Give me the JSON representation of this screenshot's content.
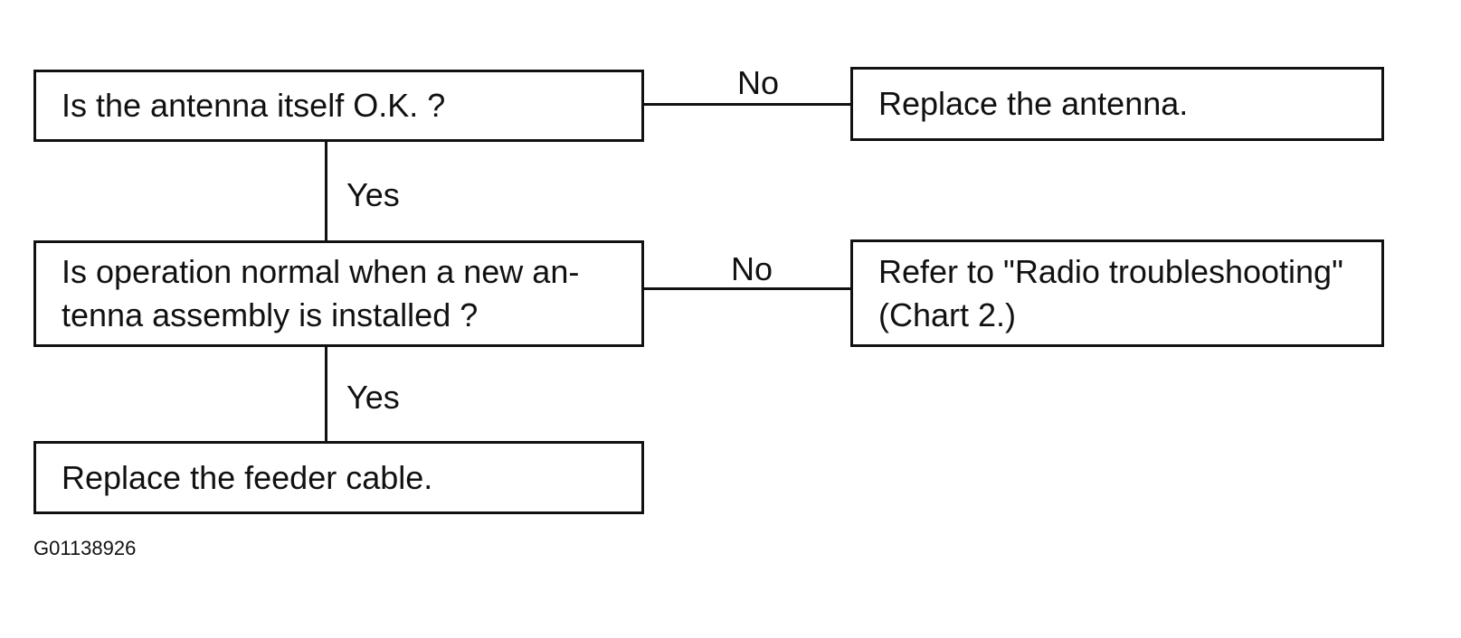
{
  "flowchart": {
    "q1": "Is the antenna itself O.K. ?",
    "a1": "Replace the antenna.",
    "q2": "Is operation normal when a new an-\ntenna assembly is installed ?",
    "a2": "Refer to \"Radio troubleshooting\"\n(Chart 2.)",
    "a3": "Replace the feeder cable.",
    "no_label": "No",
    "yes_label": "Yes"
  },
  "figure_code": "G01138926"
}
